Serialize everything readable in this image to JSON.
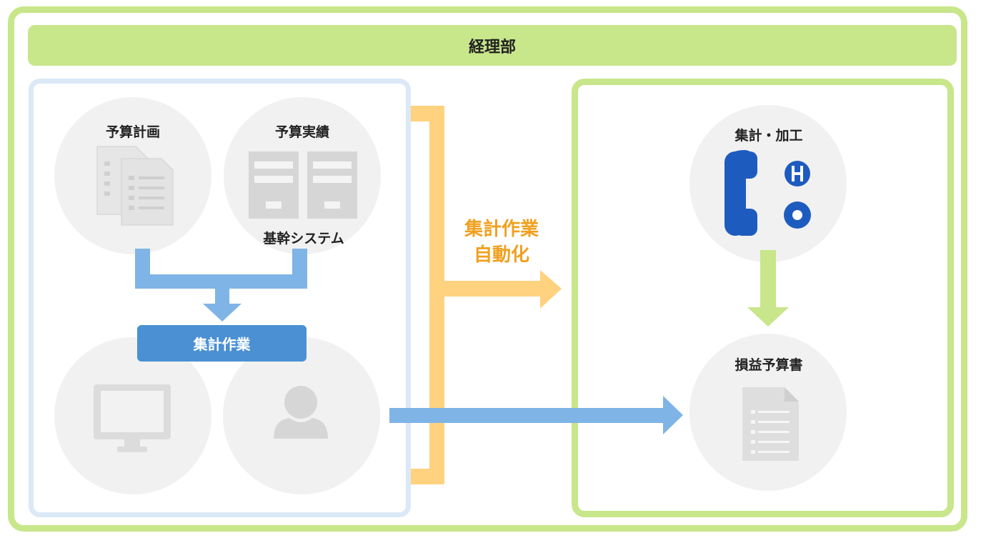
{
  "header": {
    "title": "経理部"
  },
  "left_panel": {
    "budget_plan_label": "予算計画",
    "budget_actual_label": "予算実績",
    "core_system_label": "基幹システム",
    "aggregation_label": "集計作業"
  },
  "middle": {
    "automation_line1": "集計作業",
    "automation_line2": "自動化"
  },
  "right_panel": {
    "process_label": "集計・加工",
    "logo_letters": "CHO",
    "report_label": "損益予算書"
  },
  "colors": {
    "green": "#c8e68a",
    "blue_light": "#7fb4e6",
    "blue_button": "#4a90d2",
    "orange": "#ffd27f",
    "orange_text": "#f0a020",
    "logo_blue": "#1e5bbf",
    "circle_gray": "#f1f1f1",
    "icon_gray": "#d6d6d6"
  }
}
